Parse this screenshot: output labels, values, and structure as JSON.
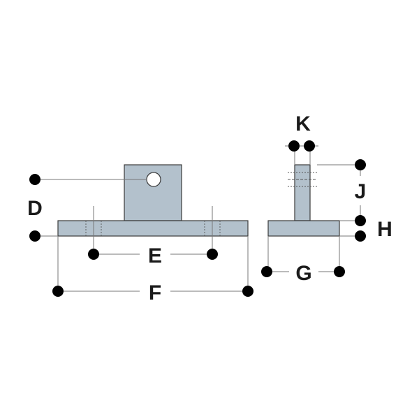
{
  "labels": {
    "d": "D",
    "e": "E",
    "f": "F",
    "g": "G",
    "h": "H",
    "j": "J",
    "k": "K"
  },
  "colors": {
    "part_fill": "#b3c1cc",
    "part_stroke": "#3a3a3a",
    "dim_line": "#777777",
    "dot": "#000000",
    "text": "#1a1a1a"
  }
}
